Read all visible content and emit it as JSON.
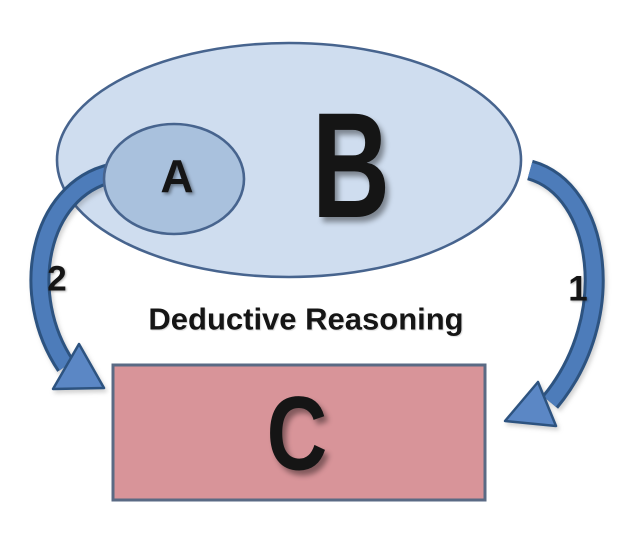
{
  "colors": {
    "background": "#ffffff",
    "set_b_fill": "#cfddef",
    "set_b_border": "#47648e",
    "set_a_fill": "#a9c1dd",
    "set_a_border": "#47648e",
    "conclusion_fill": "#d89499",
    "conclusion_border": "#5a6a84",
    "arrow_fill": "#4d7cba",
    "arrow_border": "#2d5380",
    "arrow_head_fill": "#5b87c5",
    "text": "#151515"
  },
  "diagram": {
    "title": "Deductive Reasoning",
    "set_b": {
      "label": "B"
    },
    "set_a": {
      "label": "A"
    },
    "conclusion": {
      "label": "C"
    },
    "arrows": {
      "right_label": "1",
      "left_label": "2"
    }
  }
}
